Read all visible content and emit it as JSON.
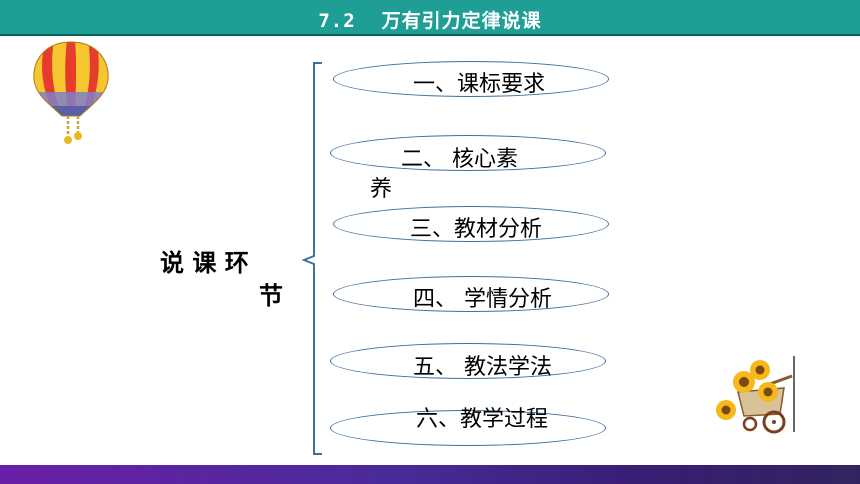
{
  "header": {
    "number": "7.2",
    "title": "万有引力定律说课"
  },
  "side": {
    "line1": "说 课 环",
    "line2": "节"
  },
  "sections": [
    {
      "label": "一、课标要求"
    },
    {
      "label": "二、 核心素",
      "wrap": "养"
    },
    {
      "label": "三、教材分析"
    },
    {
      "label": "四、 学情分析"
    },
    {
      "label": "五、 教法学法"
    },
    {
      "label": "六、教学过程"
    }
  ],
  "colors": {
    "header": "#1f9e96",
    "pill_border": "#3f6f9e",
    "footer": "#4a2b9a"
  }
}
